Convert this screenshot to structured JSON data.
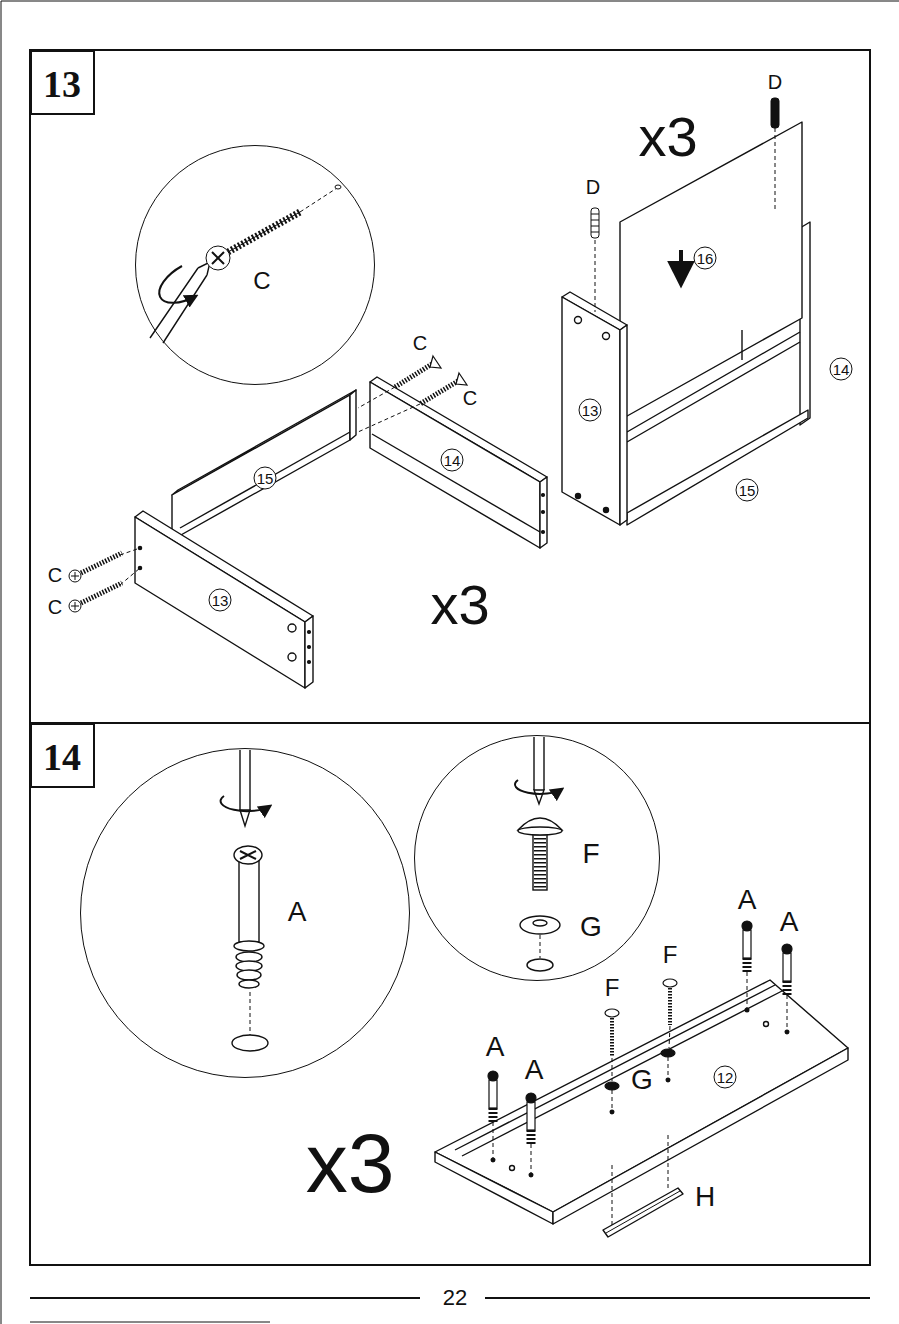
{
  "diagram": {
    "nodes": [
      {
        "text": [
          "13"
        ]
      },
      {
        "text": [
          "C"
        ]
      },
      {
        "text": [
          "14"
        ]
      },
      {
        "text": [
          "A"
        ]
      },
      {
        "text": [
          "F",
          "G"
        ]
      }
    ],
    "labels": [
      "D",
      "x3",
      "D",
      "16",
      "C",
      "14",
      "C",
      "13",
      "14",
      "15",
      "15",
      "C",
      "x3",
      "13",
      "C",
      "A",
      "A",
      "F",
      "F",
      "A",
      "A",
      "G",
      "12",
      "x3",
      "H",
      "22"
    ]
  }
}
